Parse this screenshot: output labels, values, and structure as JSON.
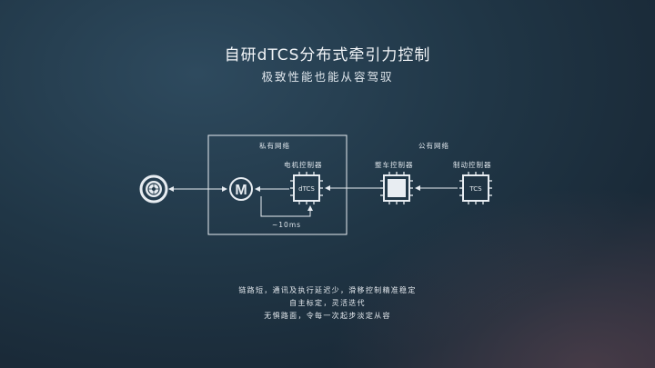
{
  "header": {
    "title": "自研dTCS分布式牵引力控制",
    "subtitle": "极致性能也能从容驾驭"
  },
  "diagram": {
    "private_network_label": "私有网络",
    "public_network_label": "公有网络",
    "motor_controller_label": "电机控制器",
    "vehicle_controller_label": "整车控制器",
    "brake_controller_label": "制动控制器",
    "dtcs_chip_text": "dTCS",
    "tcs_chip_text": "TCS",
    "motor_symbol": "M",
    "latency_label": "~10ms"
  },
  "description": {
    "line1": "链路短，通讯及执行延迟少，滑移控制精准稳定",
    "line2": "自主标定，灵活迭代",
    "line3": "无惧路面，令每一次起步淡定从容"
  },
  "colors": {
    "line": "#e8edf2",
    "chip_fill": "#e8edf2",
    "text": "#e8edf2"
  }
}
